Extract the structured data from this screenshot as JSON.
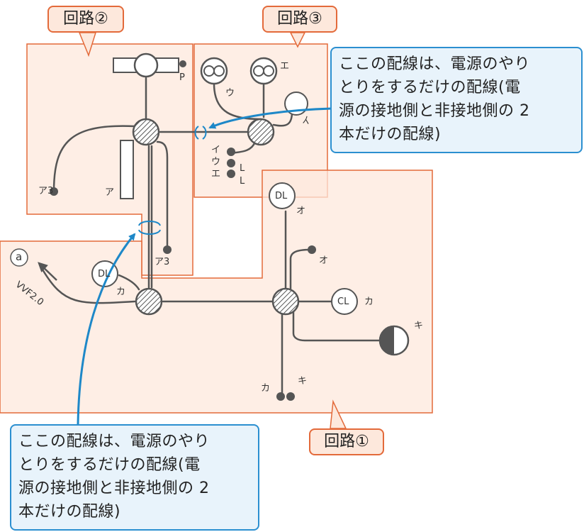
{
  "circuit_labels": {
    "circuit1": "回路①",
    "circuit2": "回路②",
    "circuit3": "回路③"
  },
  "callouts": {
    "top_right": "ここの配線は、電源のやり\nとりをするだけの配線(電\n源の接地側と非接地側の 2\n本だけの配線)",
    "bottom_left": "ここの配線は、電源のやり\nとりをするだけの配線(電\n源の接地側と非接地側の 2\n本だけの配線)"
  },
  "wiring_labels": {
    "source": "a",
    "cable": "VVF2.0",
    "p": "P",
    "a3_left": "ア3",
    "a_switch": "ア",
    "a3_bottom": "ア3",
    "u_light": "ウ",
    "e_light": "エ",
    "i_light": "イ",
    "i_sw": "イ",
    "u_sw": "ウ",
    "e_sw": "エ",
    "L1": "L",
    "L2": "L",
    "dl_top": "DL",
    "o_top": "オ",
    "o_sw": "オ",
    "dl_left": "DL",
    "ka_left": "カ",
    "cl": "CL",
    "ka_cl": "カ",
    "ki_light": "キ",
    "ka_sw": "カ",
    "ki_sw": "キ"
  },
  "colors": {
    "circuit_border": "#e36a3a",
    "circuit_fill": "#fde8dc",
    "callout_border": "#2b8fd0",
    "callout_fill": "#e8f3fb",
    "wire": "#555555",
    "arrow": "#1e88c8"
  }
}
